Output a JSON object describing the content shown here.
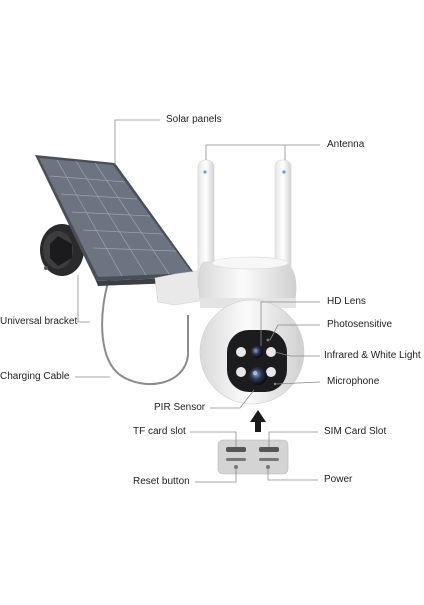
{
  "labels": {
    "solar_panels": "Solar panels",
    "antenna": "Antenna",
    "universal_bracket": "Universal bracket",
    "hd_lens": "HD Lens",
    "photosensitive": "Photosensitive",
    "infrared_white_light": "Infrared & White Light",
    "charging_cable": "Charging Cable",
    "microphone": "Microphone",
    "pir_sensor": "PIR Sensor",
    "tf_card_slot": "TF card slot",
    "sim_card_slot": "SIM Card Slot",
    "reset_button": "Reset button",
    "power": "Power"
  },
  "colors": {
    "panel_frame": "#4a4f57",
    "panel_cell": "#6b7480",
    "camera_body": "#f2f2f2",
    "camera_face": "#1c1c1e",
    "leader_line": "#8a8a8a",
    "arrow": "#1a1a1a"
  }
}
